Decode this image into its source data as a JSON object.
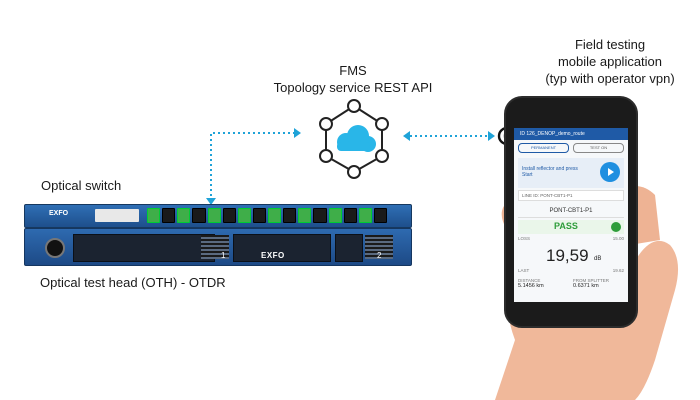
{
  "labels": {
    "fms_line1": "FMS",
    "fms_line2": "Topology service REST API",
    "field_line1": "Field testing",
    "field_line2": "mobile application",
    "field_line3": "(typ with operator vpn)",
    "optical_switch": "Optical switch",
    "oth": "Optical test head (OTH) - OTDR"
  },
  "devices": {
    "switch_brand": "EXFO",
    "oth_brand": "EXFO",
    "oth_port1": "1",
    "oth_port2": "2"
  },
  "phone": {
    "appbar_title": "ID 126_DENOP_demo_route",
    "toggle_on": "PERMANENT",
    "toggle_off": "TEST ON",
    "hint": "Install reflector and press Start",
    "line_field": "LINE ID: PONT-CBT1-P1",
    "pon_label": "PONT-CBT1-P1",
    "result": "PASS",
    "loss_label": "LOSS",
    "loss_ref": "15.00",
    "loss_value": "19,59",
    "loss_unit": "dB",
    "last_label": "LAST",
    "last_ref": "19.62",
    "distance_label": "DISTANCE",
    "distance_value": "5.1456 km",
    "splitter_label": "FROM SPLITTER",
    "splitter_value": "0.6371 km"
  },
  "colors": {
    "link_dotted": "#1fa3d8",
    "cloud": "#29b6e8",
    "rack_blue": "#2a64a8",
    "pass_green": "#2e9d3a"
  }
}
